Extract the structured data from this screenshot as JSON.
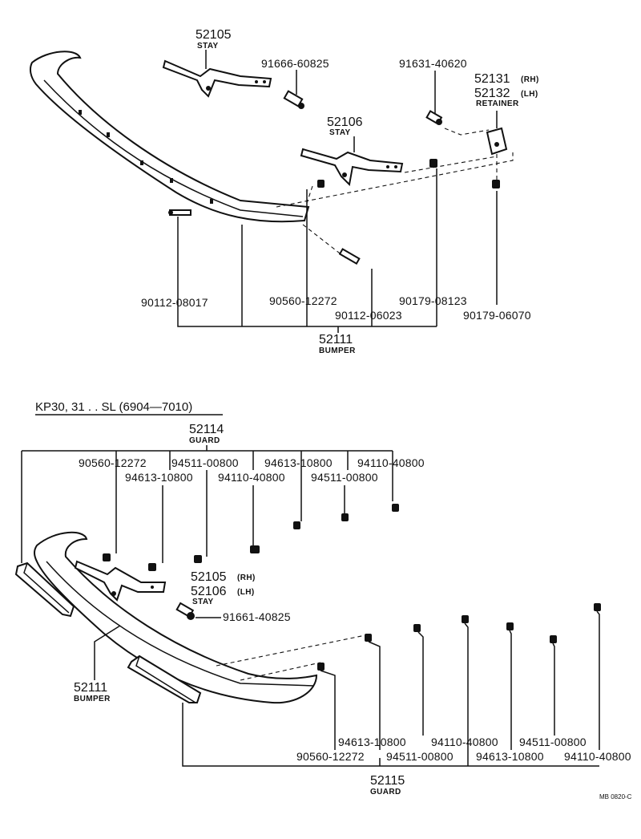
{
  "top": {
    "stay_52105": {
      "number": "52105",
      "name": "STAY"
    },
    "bolt_top": "91666-60825",
    "stay_52106": {
      "number": "52106",
      "name": "STAY"
    },
    "bolt_right": "91631-40620",
    "retainer": {
      "rh": "52131",
      "rh_tag": "(RH)",
      "lh": "52132",
      "lh_tag": "(LH)",
      "name": "RETAINER"
    },
    "labels": [
      "90112-08017",
      "90560-12272",
      "90112-06023",
      "90179-08123",
      "90179-06070"
    ],
    "bumper": {
      "number": "52111",
      "name": "BUMPER"
    }
  },
  "bottom": {
    "header": "KP30, 31 . . SL (6904—7010)",
    "guard_top": {
      "number": "52114",
      "name": "GUARD"
    },
    "guard_top_row1": [
      "90560-12272",
      "94511-00800",
      "94613-10800",
      "94110-40800"
    ],
    "guard_top_row2": [
      "94613-10800",
      "94110-40800",
      "94511-00800"
    ],
    "stay": {
      "rh": "52105",
      "rh_tag": "(RH)",
      "lh": "52106",
      "lh_tag": "(LH)",
      "name": "STAY"
    },
    "bolt": "91661-40825",
    "bumper": {
      "number": "52111",
      "name": "BUMPER"
    },
    "guard_bottom_row1": [
      "94613-10800",
      "94110-40800",
      "94511-00800"
    ],
    "guard_bottom_row2": [
      "90560-12272",
      "94511-00800",
      "94613-10800",
      "94110-40800"
    ],
    "guard_bottom": {
      "number": "52115",
      "name": "GUARD"
    }
  },
  "ref_code": "MB 0820-C"
}
